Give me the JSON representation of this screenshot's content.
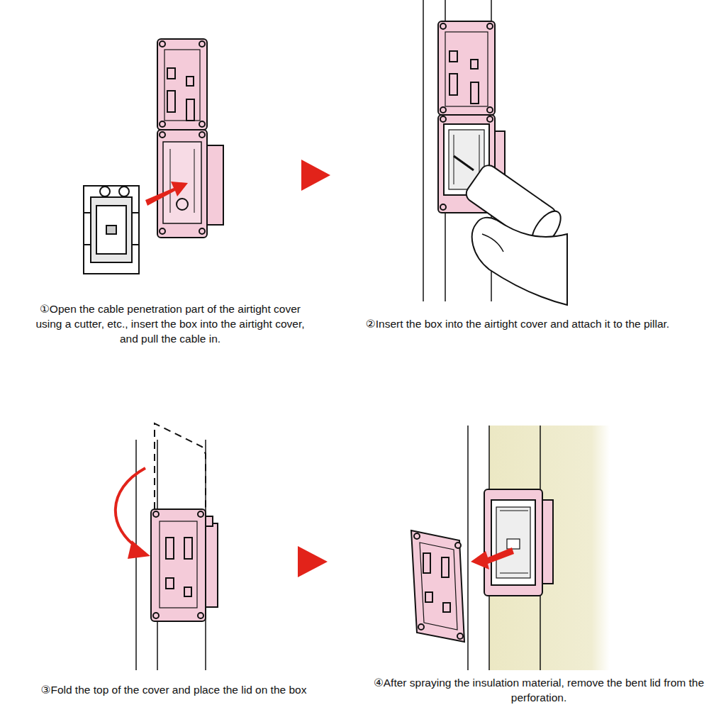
{
  "diagram": {
    "labels": [
      "①Open the cable penetration part of the airtight cover using a cutter, etc., insert the box into the airtight cover, and pull the cable in.",
      "②Insert the box into the airtight cover and attach it to the pillar.",
      "③Fold the top of the cover and place the lid on the box",
      "④After spraying the insulation material, remove the bent lid from the perforation."
    ]
  }
}
